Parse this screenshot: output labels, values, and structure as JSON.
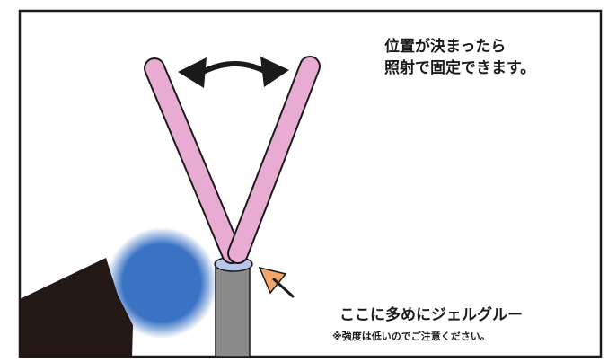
{
  "captions": {
    "position_fix_line1": "位置が決まったら",
    "position_fix_line2": "照射で固定できます。",
    "glue_title": "ここに多めにジェルグルー",
    "glue_note": "※強度は低いのでご注意ください。"
  },
  "colors": {
    "background": "#ffffff",
    "frame": "#1a1a1a",
    "stick": "#e8acd2",
    "base": "#8a8a8a",
    "glue": "#b9c6ec",
    "light_glow": "#3a73c4",
    "device": "#231815",
    "pointer": "#f4a66a"
  },
  "icons": {
    "swing": "double-headed-curved-arrow-icon",
    "pointer": "orange-pointer-arrow-icon"
  }
}
